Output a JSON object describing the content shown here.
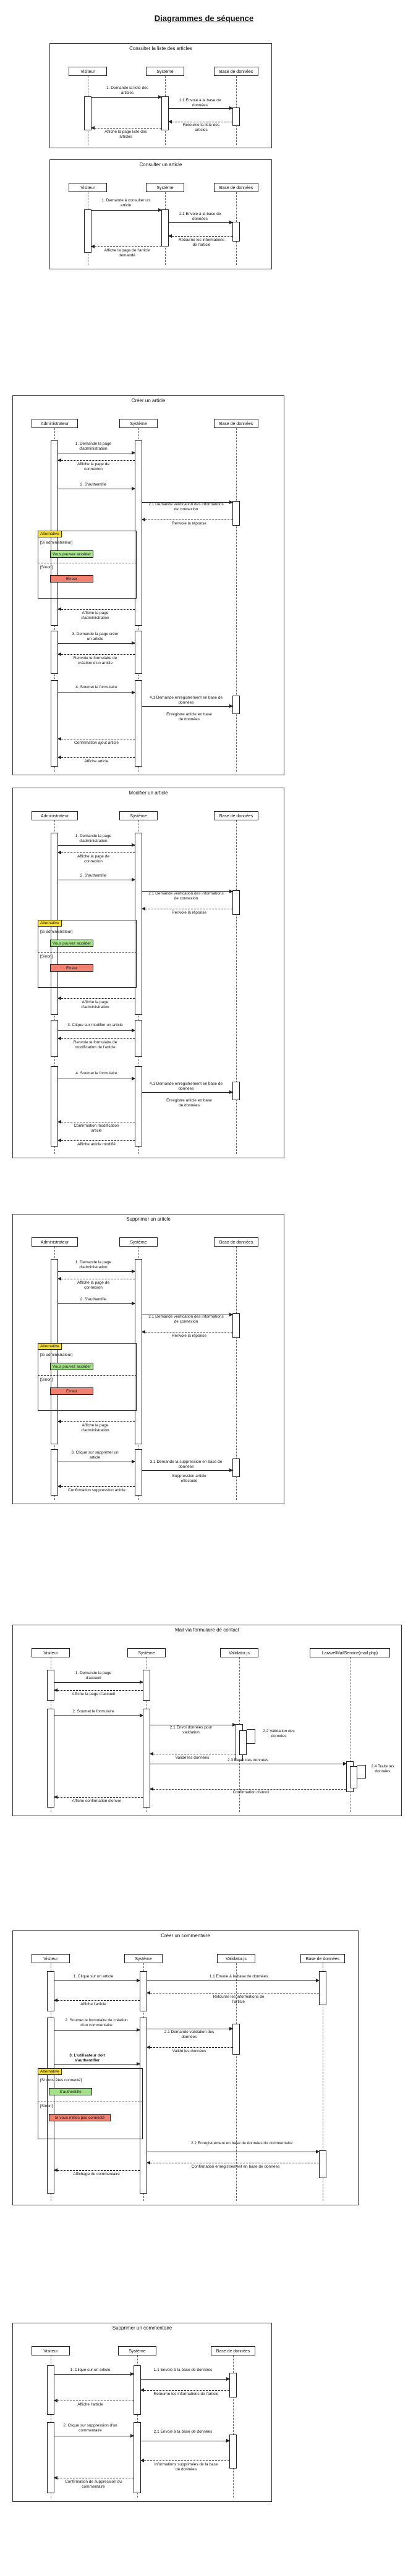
{
  "page_title": "Diagrammes de séquence",
  "diagrams": [
    {
      "title": "Consulter la liste des articles",
      "actors": [
        "Visiteur",
        "Système",
        "Base de données"
      ],
      "messages": [
        "1. Demande la liste des articles",
        "1.1 Envoie à la base de données",
        "Retourne la liste des articles",
        "Affiche la page liste des articles"
      ]
    },
    {
      "title": "Consulter un article",
      "actors": [
        "Visiteur",
        "Système",
        "Base de données"
      ],
      "messages": [
        "1. Demande à consulter un article",
        "1.1 Envoie à la base de données",
        "Retourne les informations de l'article",
        "Affiche la page de l'article demandé"
      ]
    },
    {
      "title": "Créer un article",
      "actors": [
        "Administrateur",
        "Système",
        "Base de données"
      ],
      "messages": [
        "1. Demande la page d'administration",
        "Affiche la page de connexion",
        "2. S'authentifie",
        "2.1 Demande vérification des informations de connexion",
        "Renvoie la réponse",
        "[Si administrateur]",
        "Vous pouvez accéder",
        "[Sinon]",
        "Erreur",
        "Affiche la page d'administration",
        "3. Demande la page créer un article",
        "Renvoie le formulaire de création d'un article",
        "4. Soumet le formulaire",
        "4.1 Demande enregistrement en base de données",
        "Enregistre article en base de données",
        "Confirmation ajout article",
        "Affiche article"
      ]
    },
    {
      "title": "Modifier un article",
      "actors": [
        "Administrateur",
        "Système",
        "Base de données"
      ],
      "messages": [
        "1. Demande la page d'administration",
        "Affiche la page de connexion",
        "2. S'authentifie",
        "2.1 Demande vérification des informations de connexion",
        "Renvoie la réponse",
        "[Si administrateur]",
        "Vous pouvez accéder",
        "[Sinon]",
        "Erreur",
        "Affiche la page d'administration",
        "3. Clique sur modifier un article",
        "Renvoie le formulaire de modification de l'article",
        "4. Soumet le formulaire",
        "4.1 Demande enregistrement en base de données",
        "Enregistre article en base de données",
        "Confirmation modification article",
        "Affiche article modifié"
      ]
    },
    {
      "title": "Supprimer un article",
      "actors": [
        "Administrateur",
        "Système",
        "Base de données"
      ],
      "messages": [
        "1. Demande la page d'administration",
        "Affiche la page de connexion",
        "2. S'authentifie",
        "2.1 Demande vérification des informations de connexion",
        "Renvoie la réponse",
        "[Si administrateur]",
        "Vous pouvez accéder",
        "[Sinon]",
        "Erreur",
        "Affiche la page d'administration",
        "3. Clique sur supprimer un article",
        "3.1 Demande la suppression en base de données",
        "Suppression article effectuée",
        "Confirmation suppression article"
      ]
    },
    {
      "title": "Mail via formulaire de contact",
      "actors": [
        "Visiteur",
        "Système",
        "Validator.js",
        "LaravelMailService(mail.php)"
      ],
      "messages": [
        "1. Demande la page d'accueil",
        "Affiche la page d'accueil",
        "2. Soumet le formulaire",
        "2.1 Envoi données pour validation",
        "2.2 Validation des données",
        "Validé les données",
        "2.3 Envoi des données",
        "2.4 Traite les données",
        "Confirmation d'envoi",
        "Affiche confirmation d'envoi"
      ]
    },
    {
      "title": "Créer un commentaire",
      "actors": [
        "Visiteur",
        "Système",
        "Validator.js",
        "Base de données"
      ],
      "messages": [
        "1. Clique sur un article",
        "1.1 Envoie à la base de données",
        "Retourne les informations de l'article",
        "Affiche l'article",
        "2. Soumet le formulaire de création d'un commentaire",
        "2.1 Demande validation des données",
        "Validé les données",
        "3. L'utilisateur doit s'authentifier",
        "Alternative",
        "[Si vous êtes connecté]",
        "S'authentifie",
        "[Sinon]",
        "Si vous n'êtes pas connecté",
        "2.2 Enregistrement en base de données du commentaire",
        "Confirmation enregistrement en base de données",
        "Affichage du commentaire"
      ]
    },
    {
      "title": "Supprimer un commentaire",
      "actors": [
        "Visiteur",
        "Système",
        "Base de données"
      ],
      "messages": [
        "1. Clique sur un article",
        "1.1 Envoie à la base de données",
        "Retourne les informations de l'article",
        "Affiche l'article",
        "2. Clique sur suppression d'un commentaire",
        "2.1 Envoie à la base de données",
        "Informations supprimées de la base de données",
        "Confirmation de suppression du commentaire"
      ]
    }
  ],
  "fragment": {
    "tag": "Alternative"
  }
}
